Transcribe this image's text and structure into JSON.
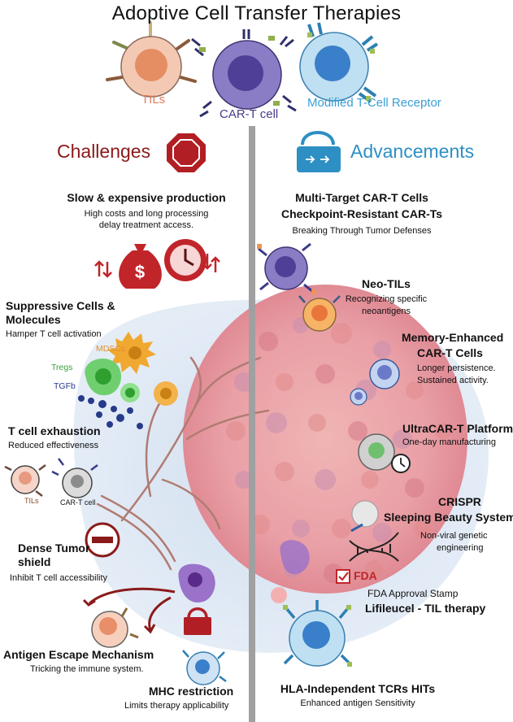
{
  "title": "Adoptive Cell Transfer Therapies",
  "header_cells": [
    {
      "label": "TILs",
      "color": "#e27b5a"
    },
    {
      "label": "CAR-T cell",
      "color": "#4b3a8a"
    },
    {
      "label": "Modified T-Cell Receptor",
      "color": "#3a9ed4"
    }
  ],
  "challenges": {
    "heading": "Challenges",
    "slow": {
      "title": "Slow  & expensive production",
      "desc1": "High costs and long processing",
      "desc2": "delay treatment access."
    },
    "suppressive": {
      "title1": "Suppressive Cells &",
      "title2": "Molecules",
      "desc": "Hamper T cell activation",
      "mdscs": "MDSCs",
      "tregs": "Tregs",
      "tgfb": "TGFb"
    },
    "exhaustion": {
      "title": "T cell exhaustion",
      "desc": "Reduced effectiveness",
      "tils": "TILs",
      "cart": "CAR-T cell"
    },
    "dense": {
      "title1": "Dense Tumor",
      "title2": "shield",
      "desc": "Inhibit T cell accessibility"
    },
    "antigen": {
      "title": "Antigen Escape Mechanism",
      "desc": "Tricking the immune system."
    },
    "mhc": {
      "title": "MHC restriction",
      "desc": "Limits therapy applicability"
    }
  },
  "advancements": {
    "heading": "Advancements",
    "multi": {
      "title1": "Multi-Target CAR-T Cells",
      "title2": "Checkpoint-Resistant CAR-Ts",
      "desc": "Breaking Through Tumor Defenses"
    },
    "neo": {
      "title": "Neo-TILs",
      "desc1": "Recognizing specific",
      "desc2": "neoantigens"
    },
    "memory": {
      "title1": "Memory-Enhanced",
      "title2": "CAR-T Cells",
      "desc1": "Longer persistence.",
      "desc2": "Sustained activity."
    },
    "ultra": {
      "title": "UltraCAR-T Platform",
      "desc": "One-day manufacturing"
    },
    "crispr": {
      "title1": "CRISPR",
      "title2": "Sleeping Beauty System",
      "desc1": "Non-viral genetic",
      "desc2": "engineering"
    },
    "fda": {
      "stamp": "FDA",
      "desc": "FDA Approval Stamp",
      "title": "Lifileucel - TIL therapy"
    },
    "hla": {
      "title": "HLA-Independent TCRs HITs",
      "desc": "Enhanced antigen Sensitivity"
    }
  },
  "colors": {
    "challenge": "#8b1a1a",
    "advance": "#2d8fc4",
    "divider": "#a0a0a0",
    "tumor": "#e9a3a8"
  }
}
